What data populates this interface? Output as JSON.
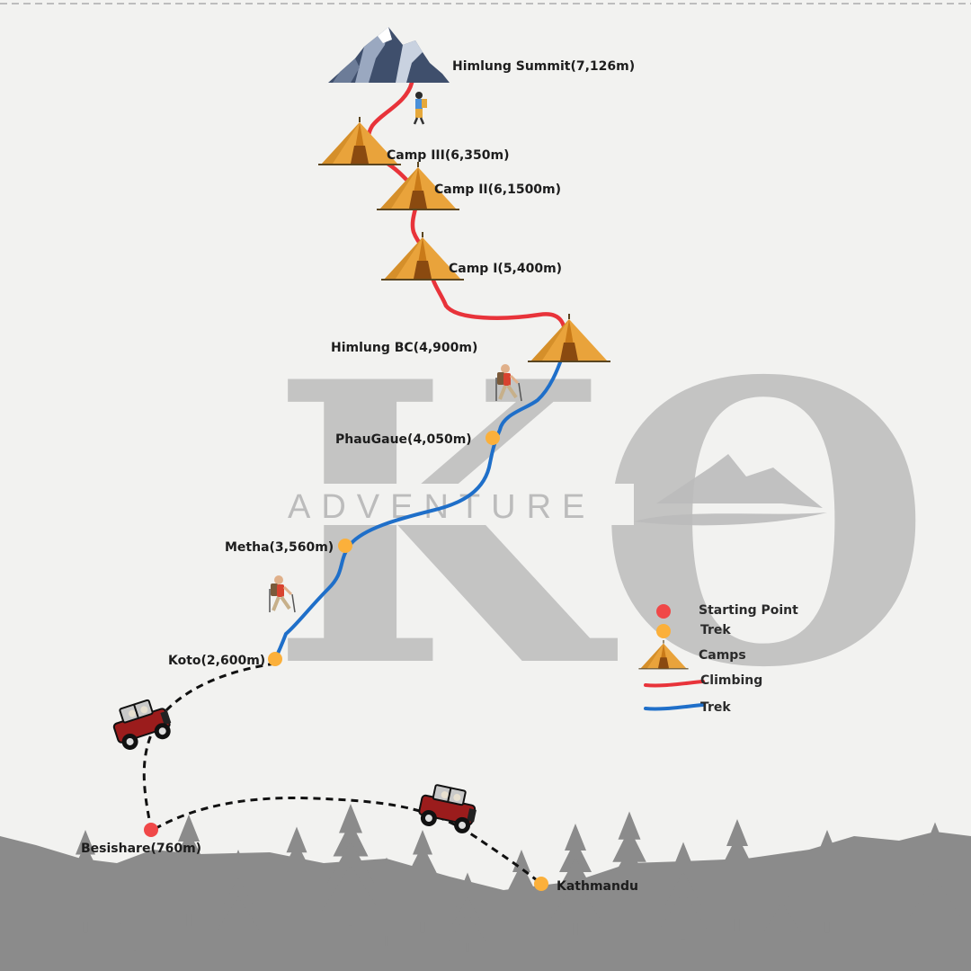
{
  "watermark": {
    "letters": "KO",
    "word": "ADVENTURE"
  },
  "labels": {
    "summit": "Himlung Summit(7,126m)",
    "camp3": "Camp III(6,350m)",
    "camp2": "Camp II(6,1500m)",
    "camp1": "Camp I(5,400m)",
    "base_camp": "Himlung BC(4,900m)",
    "phaugaue": "PhauGaue(4,050m)",
    "metha": "Metha(3,560m)",
    "koto": "Koto(2,600m)",
    "besishare": "Besishare(760m)",
    "kathmandu": "Kathmandu"
  },
  "legend": {
    "starting_point": "Starting Point",
    "trek_point": "Trek",
    "camps": "Camps",
    "climbing": "Climbing",
    "trek_line": "Trek"
  },
  "colors": {
    "background": "#f2f2f0",
    "climbing_route": "#e8333a",
    "trek_route": "#1f6fc9",
    "drive_route": "#111111",
    "starting_point": "#f04848",
    "trek_point": "#fbb03b",
    "tent": "#e8a23a",
    "watermark": "#b9b9b9",
    "forest": "#8b8b8b"
  },
  "icons": [
    "mountain-peak-icon",
    "tent-icon",
    "climber-icon",
    "hiker-icon",
    "jeep-icon",
    "pine-tree-icon"
  ]
}
